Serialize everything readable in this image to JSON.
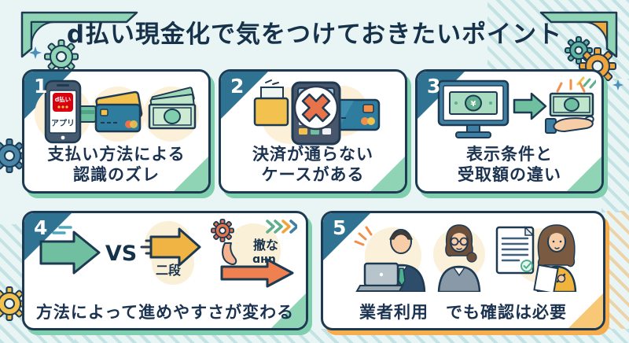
{
  "title": "d払い現金化で気をつけておきたいポイント",
  "cards": [
    {
      "number": "1",
      "caption_lines": [
        "支払い方法による",
        "認識のズレ"
      ],
      "phone_logo": "d払い",
      "phone_label": "アプリ"
    },
    {
      "number": "2",
      "caption_lines": [
        "決済が通らない",
        "ケースがある"
      ]
    },
    {
      "number": "3",
      "caption_lines": [
        "表示条件と",
        "受取額の違い"
      ],
      "bill_symbol": "¥"
    },
    {
      "number": "4",
      "caption_lines": [
        "方法によって進めやすさが変わる"
      ],
      "vs_label": "VS",
      "stage_label": "二段",
      "scribble_lines": [
        "撤な",
        "ɑнn"
      ]
    },
    {
      "number": "5",
      "caption_lines": [
        "業者利用　でも確認は必要"
      ]
    }
  ],
  "colors": {
    "background": "#e9f4f5",
    "card_border": "#1d3a52",
    "number_badge": "#2f7292",
    "shadow_teal": "#7fcfae",
    "shadow_orange": "#f5ad4e",
    "accent_teal": "#8fd4b4",
    "accent_orange": "#f9c877",
    "text_dark": "#16324a",
    "brand_red": "#d7000f"
  }
}
